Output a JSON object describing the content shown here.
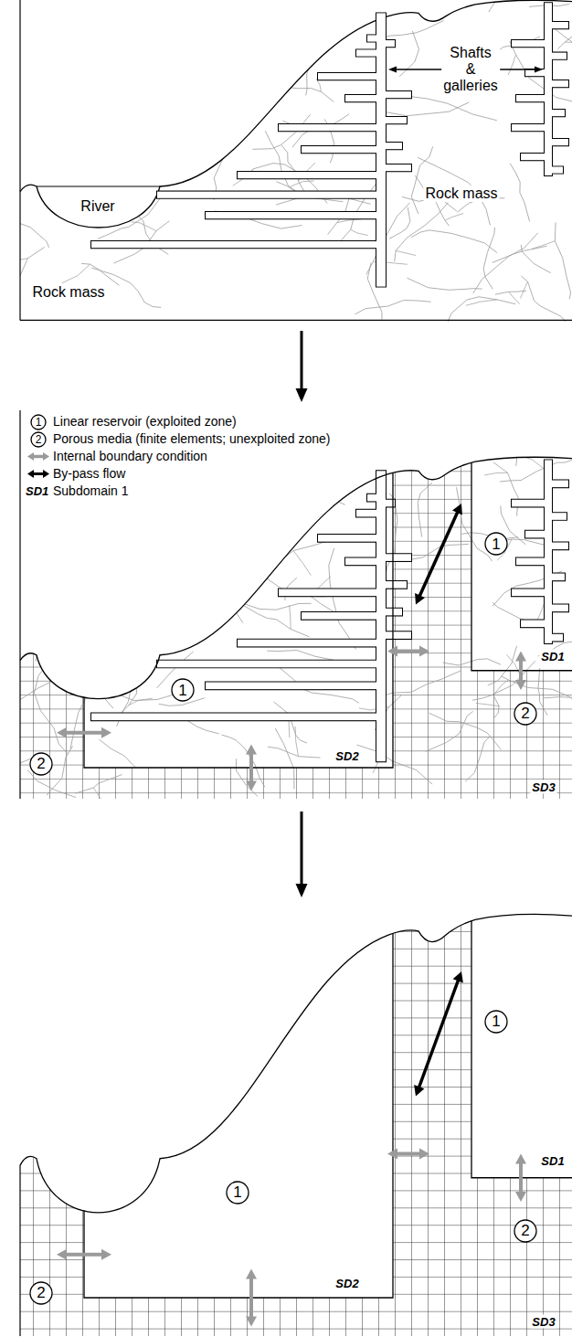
{
  "diagram": {
    "nodes": [
      {
        "text": [
          "1"
        ]
      },
      {
        "text": [
          "2"
        ]
      },
      {
        "text": [
          "1"
        ]
      },
      {
        "text": [
          "1"
        ]
      },
      {
        "text": [
          "2"
        ]
      },
      {
        "text": [
          "2"
        ]
      },
      {
        "text": [
          "1"
        ]
      },
      {
        "text": [
          "1"
        ]
      },
      {
        "text": [
          "2"
        ]
      },
      {
        "text": [
          "2"
        ]
      }
    ],
    "labels": [
      "River",
      "Shafts & galleries",
      "Rock mass",
      "Rock mass",
      "SD1",
      "SD1",
      "SD2",
      "SD3",
      "SD1",
      "SD2",
      "SD3"
    ],
    "legend": [
      {
        "text": "Linear reservoir (exploited zone)"
      },
      {
        "text": "Porous media (finite elements; unexploited zone)"
      },
      {
        "text": "Internal boundary condition"
      },
      {
        "text": "By-pass flow"
      },
      {
        "text": "Subdomain 1"
      }
    ]
  }
}
